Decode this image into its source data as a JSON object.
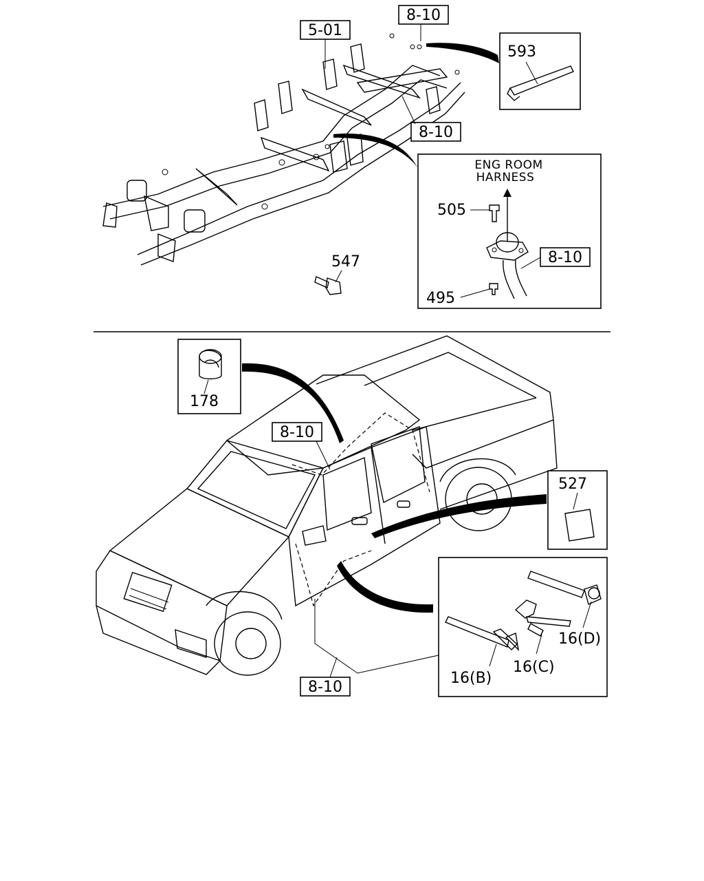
{
  "top_section": {
    "ref_frame": "5-01",
    "ref_top": "8-10",
    "ref_frame_mid": "8-10",
    "part_clip": "593",
    "part_bolt": "547",
    "inset": {
      "title_line1": "ENG ROOM",
      "title_line2": "HARNESS",
      "part_upper": "505",
      "part_lower": "495",
      "ref": "8-10"
    }
  },
  "bottom_section": {
    "part_grommet": "178",
    "ref_roof": "8-10",
    "part_pad": "527",
    "ref_door": "8-10",
    "clip_b": "16(B)",
    "clip_c": "16(C)",
    "clip_d": "16(D)"
  }
}
